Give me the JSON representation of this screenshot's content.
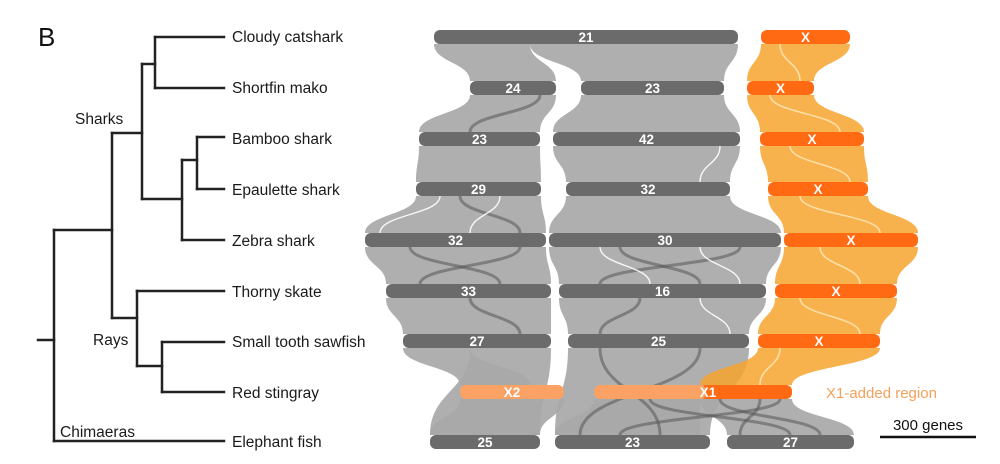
{
  "panel_label": "B",
  "species": [
    "Cloudy catshark",
    "Shortfin mako",
    "Bamboo shark",
    "Epaulette shark",
    "Zebra shark",
    "Thorny skate",
    "Small tooth sawfish",
    "Red stingray",
    "Elephant fish"
  ],
  "clades": {
    "sharks": "Sharks",
    "rays": "Rays",
    "chimaeras": "Chimaeras"
  },
  "rows": [
    {
      "species": "Cloudy catshark",
      "blocks": [
        {
          "label": "21",
          "color": "#6b6b6b"
        },
        {
          "label": "X",
          "color": "#ff6a13"
        }
      ]
    },
    {
      "species": "Shortfin mako",
      "blocks": [
        {
          "label": "24",
          "color": "#6b6b6b"
        },
        {
          "label": "23",
          "color": "#6b6b6b"
        },
        {
          "label": "X",
          "color": "#ff6a13"
        }
      ]
    },
    {
      "species": "Bamboo shark",
      "blocks": [
        {
          "label": "23",
          "color": "#6b6b6b"
        },
        {
          "label": "42",
          "color": "#6b6b6b"
        },
        {
          "label": "X",
          "color": "#ff6a13"
        }
      ]
    },
    {
      "species": "Epaulette shark",
      "blocks": [
        {
          "label": "29",
          "color": "#6b6b6b"
        },
        {
          "label": "32",
          "color": "#6b6b6b"
        },
        {
          "label": "X",
          "color": "#ff6a13"
        }
      ]
    },
    {
      "species": "Zebra shark",
      "blocks": [
        {
          "label": "32",
          "color": "#6b6b6b"
        },
        {
          "label": "30",
          "color": "#6b6b6b"
        },
        {
          "label": "X",
          "color": "#ff6a13"
        }
      ]
    },
    {
      "species": "Thorny skate",
      "blocks": [
        {
          "label": "33",
          "color": "#6b6b6b"
        },
        {
          "label": "16",
          "color": "#6b6b6b"
        },
        {
          "label": "X",
          "color": "#ff6a13"
        }
      ]
    },
    {
      "species": "Small tooth sawfish",
      "blocks": [
        {
          "label": "27",
          "color": "#6b6b6b"
        },
        {
          "label": "25",
          "color": "#6b6b6b"
        },
        {
          "label": "X",
          "color": "#ff6a13"
        }
      ]
    },
    {
      "species": "Red stingray",
      "blocks": [
        {
          "label": "X2",
          "color": "#f9a263"
        },
        {
          "label": "X1",
          "color": "#f9a263"
        }
      ]
    },
    {
      "species": "Elephant fish",
      "blocks": [
        {
          "label": "25",
          "color": "#6b6b6b"
        },
        {
          "label": "23",
          "color": "#6b6b6b"
        },
        {
          "label": "27",
          "color": "#6b6b6b"
        }
      ]
    }
  ],
  "x1_added_region": {
    "label": "X1-added region",
    "color": "#ff6a13"
  },
  "scale_bar": {
    "label": "300 genes"
  },
  "colors": {
    "autosome_block": "#6b6b6b",
    "x_block": "#ff6a13",
    "x_ray_block": "#f9a263",
    "grey_ribbon": "#a8a8a8",
    "orange_ribbon": "#f6a52e",
    "tree": "#222222"
  }
}
